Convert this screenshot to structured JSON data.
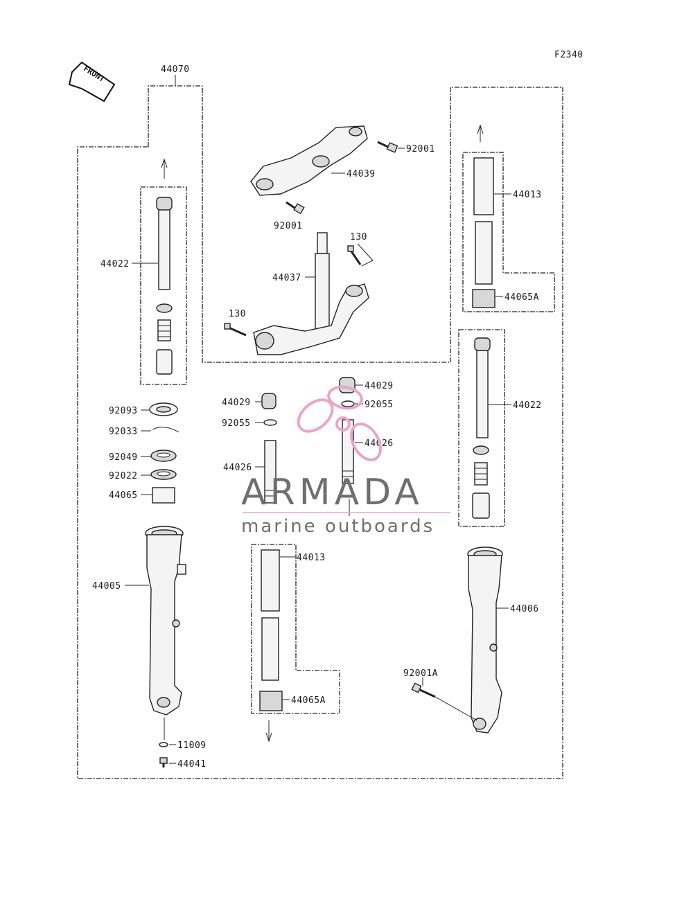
{
  "figure_code": "F2340",
  "front_label": "FRONT",
  "callouts": {
    "p44070": "44070",
    "p92001_top": "92001",
    "p44039": "44039",
    "p92001_mid": "92001",
    "p130_right": "130",
    "p44037": "44037",
    "p130_left": "130",
    "p44022_left": "44022",
    "p44013_right": "44013",
    "p44065A_right": "44065A",
    "p44022_right": "44022",
    "p92093": "92093",
    "p92033": "92033",
    "p92049": "92049",
    "p92022": "92022",
    "p44065": "44065",
    "p44029_left": "44029",
    "p92055_left": "92055",
    "p44026_left": "44026",
    "p44029_right": "44029",
    "p92055_right": "92055",
    "p44026_right": "44026",
    "p44013_center": "44013",
    "p44065A_center": "44065A",
    "p44005": "44005",
    "p44006": "44006",
    "p92001A": "92001A",
    "p11009": "11009",
    "p44041": "44041"
  },
  "watermark": {
    "brand": "ARMADA",
    "tagline": "marine outboards",
    "accent_color": "#e8a6c8",
    "text_color": "#6f6f6f"
  }
}
